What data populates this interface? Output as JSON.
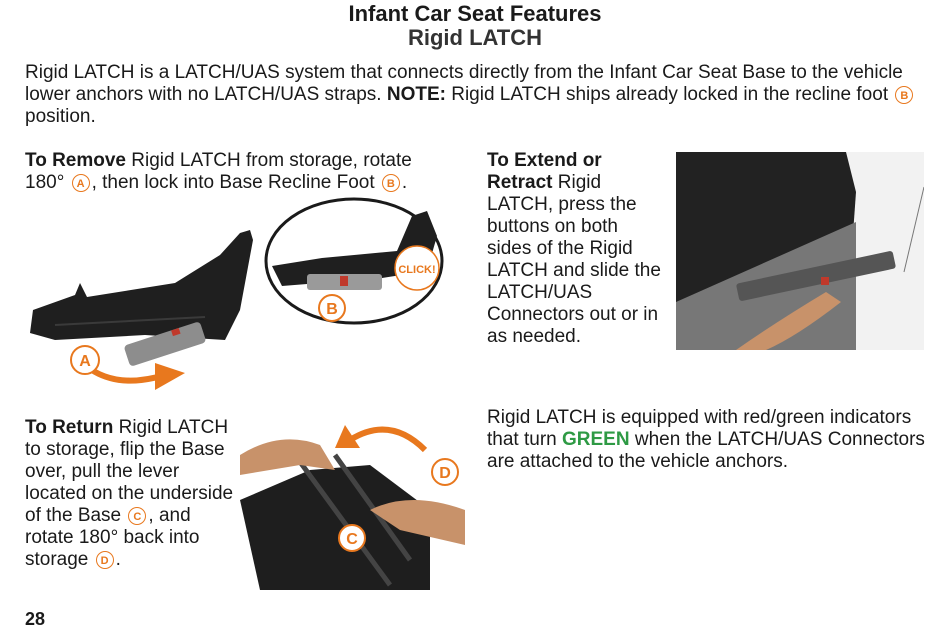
{
  "header": {
    "title": "Infant Car Seat Features",
    "subtitle": "Rigid LATCH"
  },
  "intro": {
    "part1": "Rigid LATCH is a LATCH/UAS system that connects directly from the Infant Car Seat Base to the vehicle lower anchors with no LATCH/UAS straps. ",
    "note_label": "NOTE:",
    "part2": " Rigid LATCH ships already locked in the recline foot ",
    "marker": "B",
    "part3": " position."
  },
  "remove": {
    "heading": "To Remove",
    "text1": " Rigid LATCH from storage, rotate 180° ",
    "marker1": "A",
    "text2": ", then lock into Base Recline Foot ",
    "marker2": "B",
    "text3": "."
  },
  "extend": {
    "heading": "To Extend or Retract",
    "text": " Rigid LATCH, press the buttons on both sides of the Rigid LATCH and slide the LATCH/UAS Connectors out or in as needed."
  },
  "return": {
    "heading": "To Return",
    "text1": " Rigid LATCH to storage, flip the Base over, pull the lever located on the underside of the Base ",
    "marker1": "C",
    "text2": ", and rotate 180° back into storage ",
    "marker2": "D",
    "text3": "."
  },
  "indicator": {
    "text1": "Rigid LATCH is equipped with red/green indicators that turn ",
    "green_word": "GREEN",
    "text2": " when the LATCH/UAS Connectors are attached to the vehicle anchors."
  },
  "figure_labels": {
    "a": "A",
    "b": "B",
    "c": "C",
    "d": "D",
    "click": "CLICK!"
  },
  "colors": {
    "accent": "#e8781e",
    "green": "#2e9a44"
  },
  "page_number": "28"
}
